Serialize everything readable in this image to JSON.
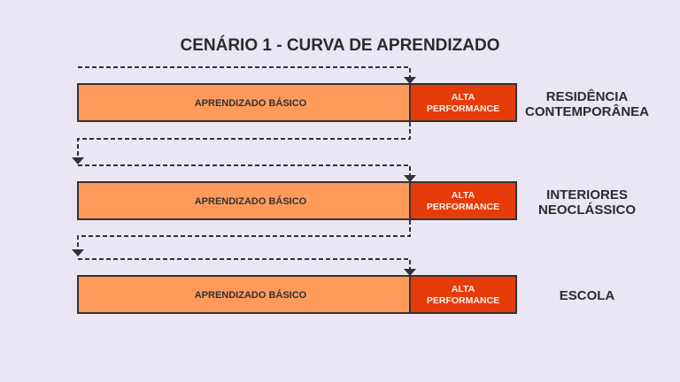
{
  "title": "CENÁRIO 1 - CURVA DE APRENDIZADO",
  "rows": [
    {
      "basic": "APRENDIZADO BÁSICO",
      "alta_1": "ALTA",
      "alta_2": "PERFORMANCE",
      "label_1": "RESIDÊNCIA",
      "label_2": "CONTEMPORÂNEA"
    },
    {
      "basic": "APRENDIZADO BÁSICO",
      "alta_1": "ALTA",
      "alta_2": "PERFORMANCE",
      "label_1": "INTERIORES",
      "label_2": "NEOCLÁSSICO"
    },
    {
      "basic": "APRENDIZADO BÁSICO",
      "alta_1": "ALTA",
      "alta_2": "PERFORMANCE",
      "label_1": "ESCOLA",
      "label_2": ""
    }
  ],
  "colors": {
    "background": "#ebe6f4",
    "basic": "#ff9a5a",
    "alta": "#e63c0a"
  }
}
